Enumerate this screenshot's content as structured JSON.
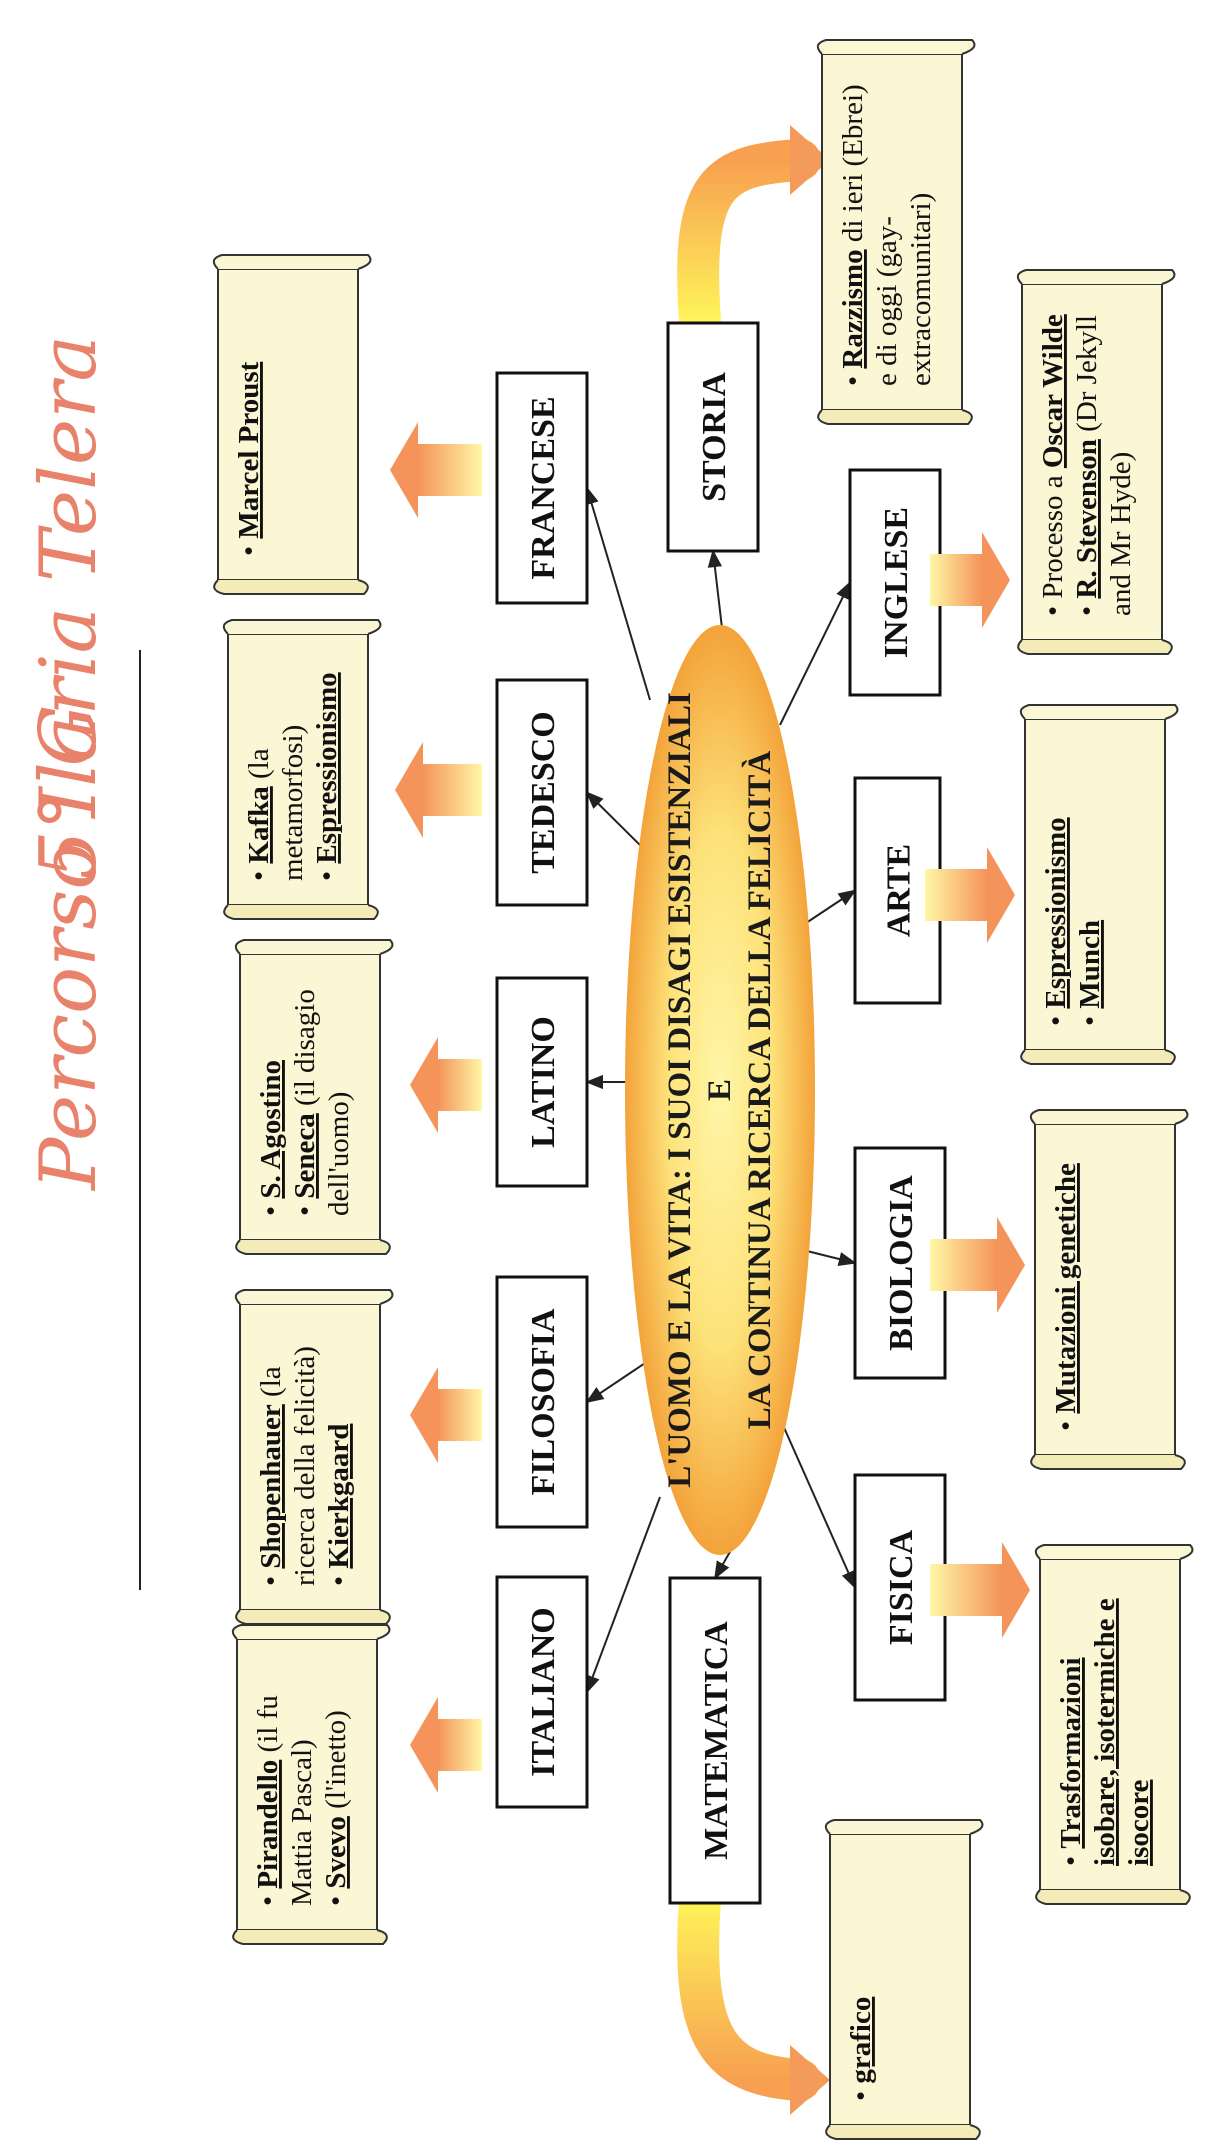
{
  "title": {
    "line1": "Percorso Ilaria Telera",
    "class_label": "5° G"
  },
  "central": {
    "line1": "L'UOMO E LA VITA: I SUOI DISAGI ESISTENZIALI",
    "line2": "E",
    "line3": "LA CONTINUA RICERCA DELLA FELICITÀ"
  },
  "subjects": [
    {
      "id": "francese",
      "label": "FRANCESE"
    },
    {
      "id": "tedesco",
      "label": "TEDESCO"
    },
    {
      "id": "latino",
      "label": "LATINO"
    },
    {
      "id": "filosofia",
      "label": "FILOSOFIA"
    },
    {
      "id": "italiano",
      "label": "ITALIANO"
    },
    {
      "id": "matematica",
      "label": "MATEMATICA"
    },
    {
      "id": "fisica",
      "label": "FISICA"
    },
    {
      "id": "biologia",
      "label": "BIOLOGIA"
    },
    {
      "id": "arte",
      "label": "ARTE"
    },
    {
      "id": "inglese",
      "label": "INGLESE"
    },
    {
      "id": "storia",
      "label": "STORIA"
    }
  ],
  "scrolls": {
    "francese": [
      [
        {
          "t": "Marcel Proust",
          "b": true
        }
      ]
    ],
    "tedesco": [
      [
        {
          "t": "Kafka",
          "b": true
        },
        {
          "t": " (la"
        }
      ],
      [
        {
          "t": "metamorfosi)"
        }
      ],
      [
        {
          "t": "Espressionismo",
          "b": true
        }
      ]
    ],
    "latino": [
      [
        {
          "t": "S. Agostino",
          "b": true
        }
      ],
      [
        {
          "t": "Seneca",
          "b": true
        },
        {
          "t": " (il disagio"
        }
      ],
      [
        {
          "t": "dell'uomo)"
        }
      ]
    ],
    "filosofia": [
      [
        {
          "t": "Shopenhauer",
          "b": true
        },
        {
          "t": " (la"
        }
      ],
      [
        {
          "t": "ricerca della felicità)"
        }
      ],
      [
        {
          "t": "Kierkgaard",
          "b": true
        }
      ]
    ],
    "italiano": [
      [
        {
          "t": "Pirandello",
          "b": true
        },
        {
          "t": " (il fu"
        }
      ],
      [
        {
          "t": "Mattia Pascal)"
        }
      ],
      [
        {
          "t": "Svevo",
          "b": true
        },
        {
          "t": " (l'inetto)"
        }
      ]
    ],
    "matematica": [
      [
        {
          "t": "grafico",
          "b": true
        }
      ]
    ],
    "fisica": [
      [
        {
          "t": "Trasformazioni",
          "b": true
        }
      ],
      [
        {
          "t": "isobare, isotermiche e",
          "b": true
        }
      ],
      [
        {
          "t": "isocore",
          "b": true
        }
      ]
    ],
    "biologia": [
      [
        {
          "t": "Mutazioni genetiche",
          "b": true
        }
      ]
    ],
    "arte": [
      [
        {
          "t": "Espressionismo",
          "b": true
        }
      ],
      [
        {
          "t": "Munch",
          "b": true
        }
      ]
    ],
    "inglese": [
      [
        {
          "t": "Processo a "
        },
        {
          "t": "Oscar Wilde",
          "b": true
        }
      ],
      [
        {
          "t": "R. Stevenson",
          "b": true
        },
        {
          "t": " (Dr Jekyll"
        }
      ],
      [
        {
          "t": "and Mr Hyde)"
        }
      ]
    ],
    "storia": [
      [
        {
          "t": "Razzismo",
          "b": true
        },
        {
          "t": " di ieri (Ebrei)"
        }
      ],
      [
        {
          "t": "e di oggi (gay-"
        }
      ],
      [
        {
          "t": "extracomunitari)"
        }
      ]
    ]
  },
  "colors": {
    "title": "#e8826a",
    "scroll_fill": "#fbf6d4",
    "arrow_start": "#fff7a6",
    "arrow_end": "#f49a5a",
    "central_inner": "#fff39a",
    "central_outer": "#f5a43a"
  }
}
